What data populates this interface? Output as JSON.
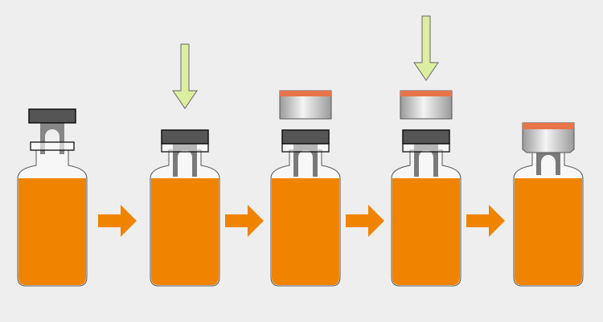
{
  "diagram": {
    "steps": [
      {
        "stopper": "raised",
        "cap": "none",
        "press_arrow": false
      },
      {
        "stopper": "seated",
        "cap": "none",
        "press_arrow": true
      },
      {
        "stopper": "seated",
        "cap": "above",
        "press_arrow": false
      },
      {
        "stopper": "seated",
        "cap": "above",
        "press_arrow": true
      },
      {
        "stopper": "seated",
        "cap": "crimped",
        "press_arrow": false
      }
    ],
    "colors": {
      "background": "#eeeeee",
      "liquid": "#f08300",
      "step_arrow": "#f08300",
      "press_arrow": "#dcefa0",
      "stopper": "#555555",
      "stopper_legs": "#7a7a7a",
      "cap": "#c8c8c8",
      "cap_top": "#e8744a"
    }
  }
}
